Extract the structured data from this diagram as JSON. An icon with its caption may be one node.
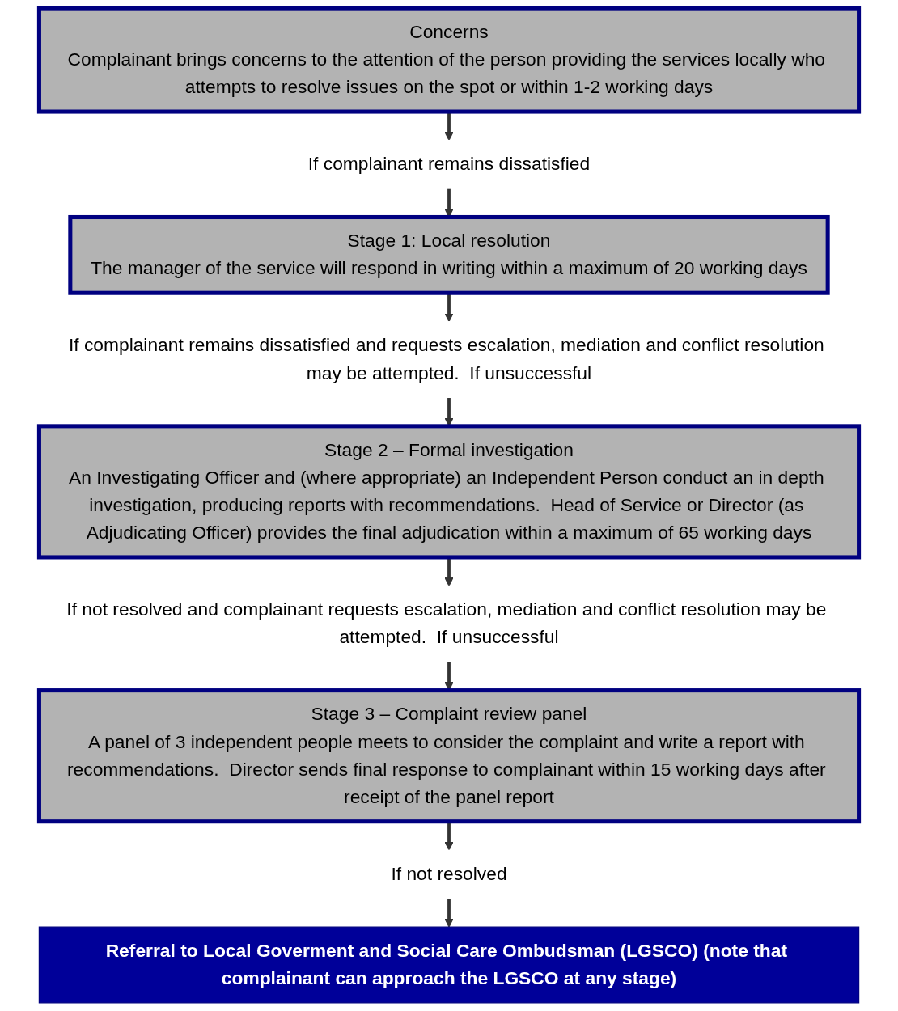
{
  "diagram": {
    "nodes": [
      {
        "text": [
          "Concerns",
          "Complainant brings concerns to the attention of the person providing the services locally who attempts to resolve issues on the spot or within 1-2 working days"
        ]
      },
      {
        "text": [
          "If complainant remains dissatisfied"
        ]
      },
      {
        "text": [
          "Stage 1: Local resolution",
          "The manager of the service will respond in writing within a maximum of 20 working days"
        ]
      },
      {
        "text": [
          "If complainant remains dissatisfied and requests escalation, mediation and conflict resolution may be attempted.  If unsuccessful"
        ]
      },
      {
        "text": [
          "Stage 2 – Formal investigation",
          "An Investigating Officer and (where appropriate) an Independent Person conduct an in depth investigation, producing reports with recommendations.  Head of Service or Director (as Adjudicating Officer) provides the final adjudication within a maximum of 65 working days"
        ]
      },
      {
        "text": [
          "If not resolved and complainant requests escalation, mediation and conflict resolution may be attempted.  If unsuccessful"
        ]
      },
      {
        "text": [
          "Stage 3 – Complaint review panel",
          "A panel of 3 independent people meets to consider the complaint and write a report with recommendations.  Director sends final response to complainant within 15 working days after receipt of the panel report"
        ]
      },
      {
        "text": [
          "If not resolved"
        ]
      },
      {
        "text": [
          "Referral to Local Goverment and Social Care Ombudsman (LGSCO) (note that complainant can approach the LGSCO at any stage)"
        ]
      }
    ],
    "edges": [
      {
        "from": 0,
        "to": 1,
        "arrow": "to"
      },
      {
        "from": 1,
        "to": 2,
        "arrow": "to"
      },
      {
        "from": 2,
        "to": 3,
        "arrow": "to"
      },
      {
        "from": 3,
        "to": 4,
        "arrow": "to"
      },
      {
        "from": 4,
        "to": 5,
        "arrow": "to"
      },
      {
        "from": 5,
        "to": 6,
        "arrow": "to"
      },
      {
        "from": 6,
        "to": 7,
        "arrow": "to"
      },
      {
        "from": 7,
        "to": 8,
        "arrow": "to"
      }
    ]
  }
}
